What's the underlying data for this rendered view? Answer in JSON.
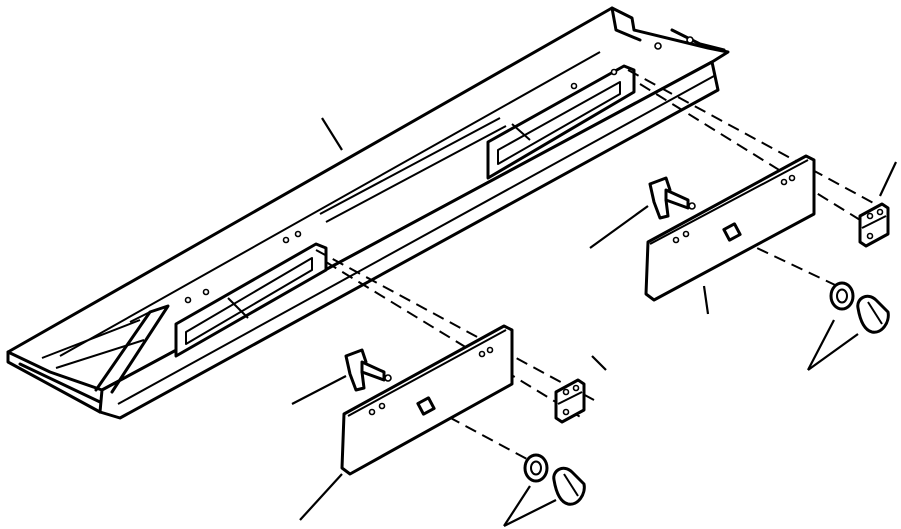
{
  "diagram": {
    "parts": [
      {
        "id": "frame",
        "icon": "bumper-frame-icon"
      },
      {
        "id": "cover-plate-left",
        "icon": "cover-plate-icon"
      },
      {
        "id": "cover-plate-right",
        "icon": "cover-plate-icon"
      },
      {
        "id": "latch-left",
        "icon": "latch-icon"
      },
      {
        "id": "latch-right",
        "icon": "latch-icon"
      },
      {
        "id": "hinge-left",
        "icon": "hinge-icon"
      },
      {
        "id": "hinge-right",
        "icon": "hinge-icon"
      },
      {
        "id": "washer-left",
        "icon": "washer-icon"
      },
      {
        "id": "washer-right",
        "icon": "washer-icon"
      },
      {
        "id": "knob-left",
        "icon": "knob-icon"
      },
      {
        "id": "knob-right",
        "icon": "knob-icon"
      }
    ],
    "line_color": "#000000",
    "background": "#ffffff"
  }
}
